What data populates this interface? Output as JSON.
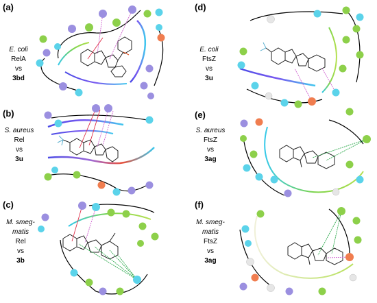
{
  "panels": [
    {
      "id": "a",
      "label": "(a)",
      "lines": [
        {
          "text": "E. coli",
          "style": "italic"
        },
        {
          "text": "RelA",
          "style": "normal"
        },
        {
          "text": "vs",
          "style": "normal"
        },
        {
          "text": "3bd",
          "style": "bold"
        }
      ]
    },
    {
      "id": "b",
      "label": "(b)",
      "lines": [
        {
          "text": "S. aureus",
          "style": "italic"
        },
        {
          "text": "Rel",
          "style": "normal"
        },
        {
          "text": "vs",
          "style": "normal"
        },
        {
          "text": "3u",
          "style": "bold"
        }
      ]
    },
    {
      "id": "c",
      "label": "(c)",
      "lines": [
        {
          "text": "M. smeg-",
          "style": "italic"
        },
        {
          "text": "matis",
          "style": "italic"
        },
        {
          "text": "Rel",
          "style": "normal"
        },
        {
          "text": "vs",
          "style": "normal"
        },
        {
          "text": "3b",
          "style": "bold"
        }
      ]
    },
    {
      "id": "d",
      "label": "(d)",
      "lines": [
        {
          "text": "E. coli",
          "style": "italic"
        },
        {
          "text": "FtsZ",
          "style": "normal"
        },
        {
          "text": "vs",
          "style": "normal"
        },
        {
          "text": "3u",
          "style": "bold"
        }
      ]
    },
    {
      "id": "e",
      "label": "(e)",
      "lines": [
        {
          "text": "S. aureus",
          "style": "italic"
        },
        {
          "text": "FtsZ",
          "style": "normal"
        },
        {
          "text": "vs",
          "style": "normal"
        },
        {
          "text": "3ag",
          "style": "bold"
        }
      ]
    },
    {
      "id": "f",
      "label": "(f)",
      "lines": [
        {
          "text": "M. smeg-",
          "style": "italic"
        },
        {
          "text": "matis",
          "style": "italic"
        },
        {
          "text": "FtsZ",
          "style": "normal"
        },
        {
          "text": "vs",
          "style": "normal"
        },
        {
          "text": "3ag",
          "style": "bold"
        }
      ]
    }
  ],
  "colors": {
    "hydrophobic": "#8dd04a",
    "polar": "#5bd3ea",
    "positive": "#9b8fe0",
    "negative": "#f07d4f",
    "glycine": "#e6e6e6",
    "hbond": "#d064d0",
    "pistack": "#2aa84a",
    "cation_pi": "#e0304a"
  }
}
